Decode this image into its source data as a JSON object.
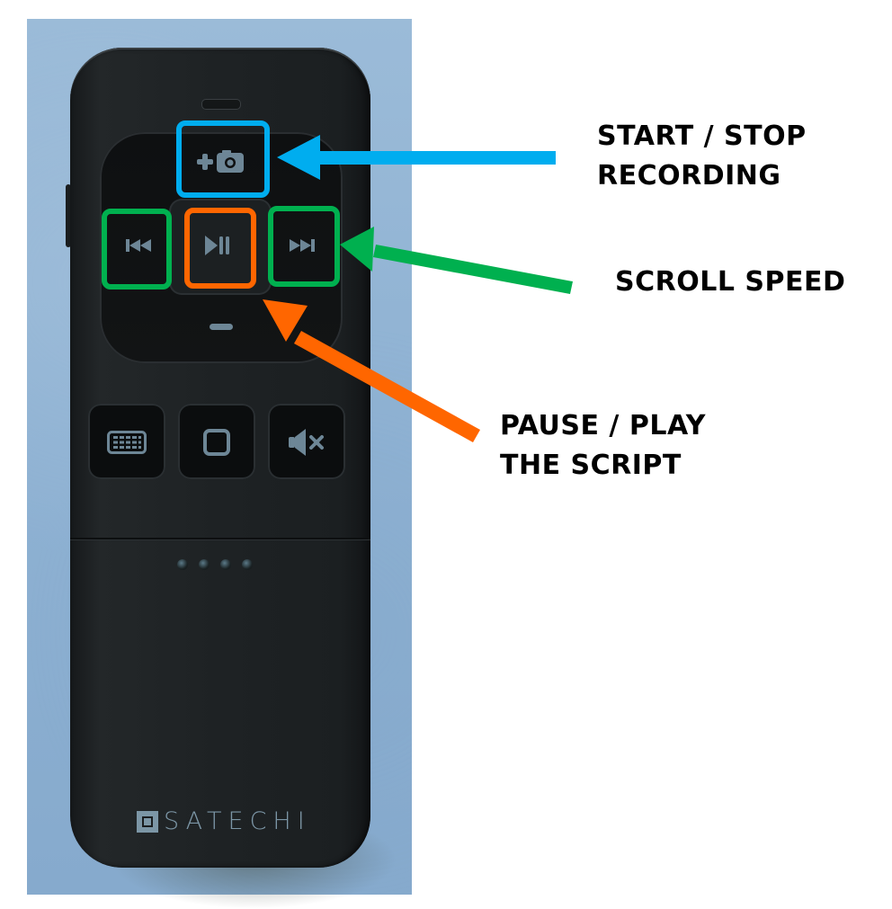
{
  "photo": {
    "subject": "remote-control",
    "brand": "SATECHI",
    "background_color": "#8fb2d3",
    "body_color": "#1e2224",
    "icon_color": "#6d8696"
  },
  "remote": {
    "dpad": {
      "top": {
        "icon": "plus-camera-icon",
        "glyph": "+◘"
      },
      "left": {
        "icon": "skip-back-icon",
        "glyph": "⏮"
      },
      "center": {
        "icon": "play-pause-icon",
        "glyph": "⏯"
      },
      "right": {
        "icon": "skip-forward-icon",
        "glyph": "⏭"
      },
      "bottom": {
        "icon": "minus-icon",
        "glyph": "−"
      }
    },
    "keys": [
      {
        "icon": "keyboard-icon"
      },
      {
        "icon": "stop-square-icon"
      },
      {
        "icon": "mute-icon"
      }
    ],
    "indicator_dots": 4,
    "brand_text": "SATECHI"
  },
  "annotations": [
    {
      "label_line1": "START / STOP",
      "label_line2": "RECORDING",
      "color": "#00adef",
      "target": "plus-camera-button"
    },
    {
      "label_line1": "SCROLL SPEED",
      "label_line2": "",
      "color": "#00b04f",
      "target": "skip-buttons"
    },
    {
      "label_line1": "PAUSE / PLAY",
      "label_line2": "THE SCRIPT",
      "color": "#ff6600",
      "target": "play-pause-button"
    }
  ]
}
